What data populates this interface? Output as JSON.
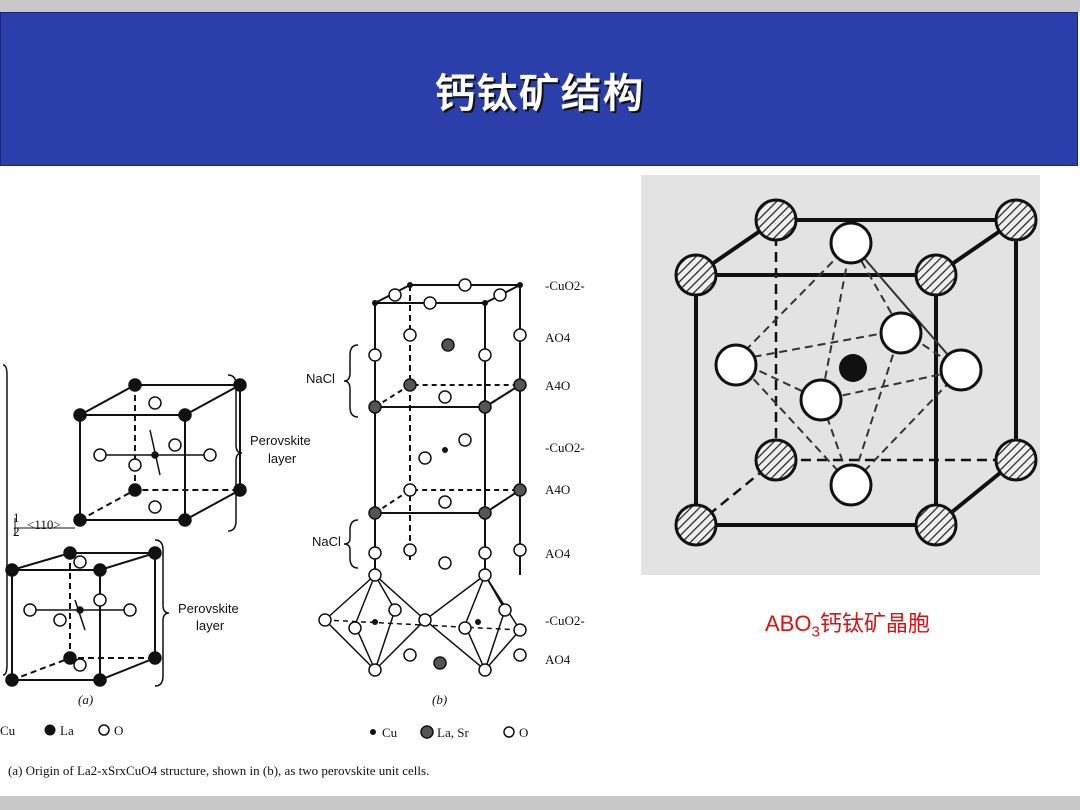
{
  "slide": {
    "title": "钙钛矿结构"
  },
  "left_figure": {
    "panel_a_label": "(a)",
    "panel_b_label": "(b)",
    "half_num": "1",
    "half_den": "2",
    "direction": "<110>",
    "perovskite_upper_1": "Perovskite",
    "perovskite_upper_2": "layer",
    "perovskite_lower_1": "Perovskite",
    "perovskite_lower_2": "layer",
    "nacl_1": "NaCl",
    "nacl_2": "NaCl",
    "layer_labels": [
      "-CuO2-",
      "AO4",
      "A4O",
      "-CuO2-",
      "A4O",
      "AO4",
      "-CuO2-",
      "AO4"
    ],
    "legend_a": [
      "Cu",
      "La",
      "O"
    ],
    "legend_b": [
      "Cu",
      "La, Sr",
      "O"
    ],
    "caption": "(a) Origin of La2-xSrxCuO4 structure, shown in (b), as two perovskite unit cells."
  },
  "right_figure": {
    "caption_main": "ABO",
    "caption_sub": "3",
    "caption_rest": "钙钛矿晶胞",
    "caption_color": "#e01010"
  },
  "colors": {
    "header_bg": "#2a3faa",
    "bar_gray": "#c8c8c8"
  }
}
